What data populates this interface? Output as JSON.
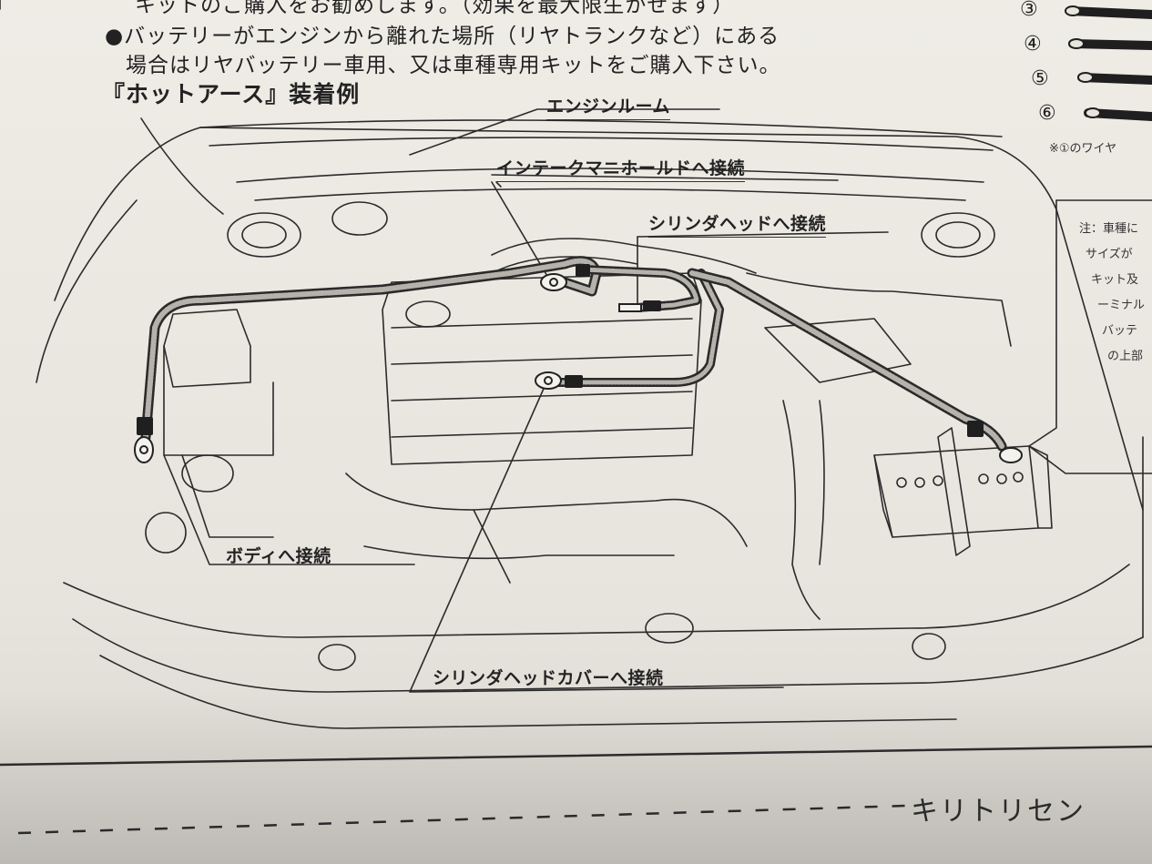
{
  "intro": {
    "line0": "キットのご購入をお勧めします。（効果を最大限生かせます）",
    "line1": "●バッテリーがエンジンから離れた場所（リヤトランクなど）にある",
    "line2": "場合はリヤバッテリー車用、又は車種専用キットをご購入下さい。"
  },
  "section_title": "『ホットアース』装着例",
  "labels": {
    "engine_room": "エンジンルーム",
    "intake": "インテークマニホールドへ接続",
    "cyl_head": "シリンダヘッドへ接続",
    "body": "ボディへ接続",
    "cyl_cover": "シリンダヘッドカバーへ接続"
  },
  "side_list": {
    "items": [
      "③",
      "④",
      "⑤",
      "⑥"
    ],
    "footnote": "※①のワイヤ"
  },
  "side_box": {
    "lines": [
      "注：車種に",
      "サイズが",
      "キット及",
      "ーミナル",
      "バッテ",
      "の上部"
    ]
  },
  "cut_line": {
    "text": "キリトリセン"
  }
}
